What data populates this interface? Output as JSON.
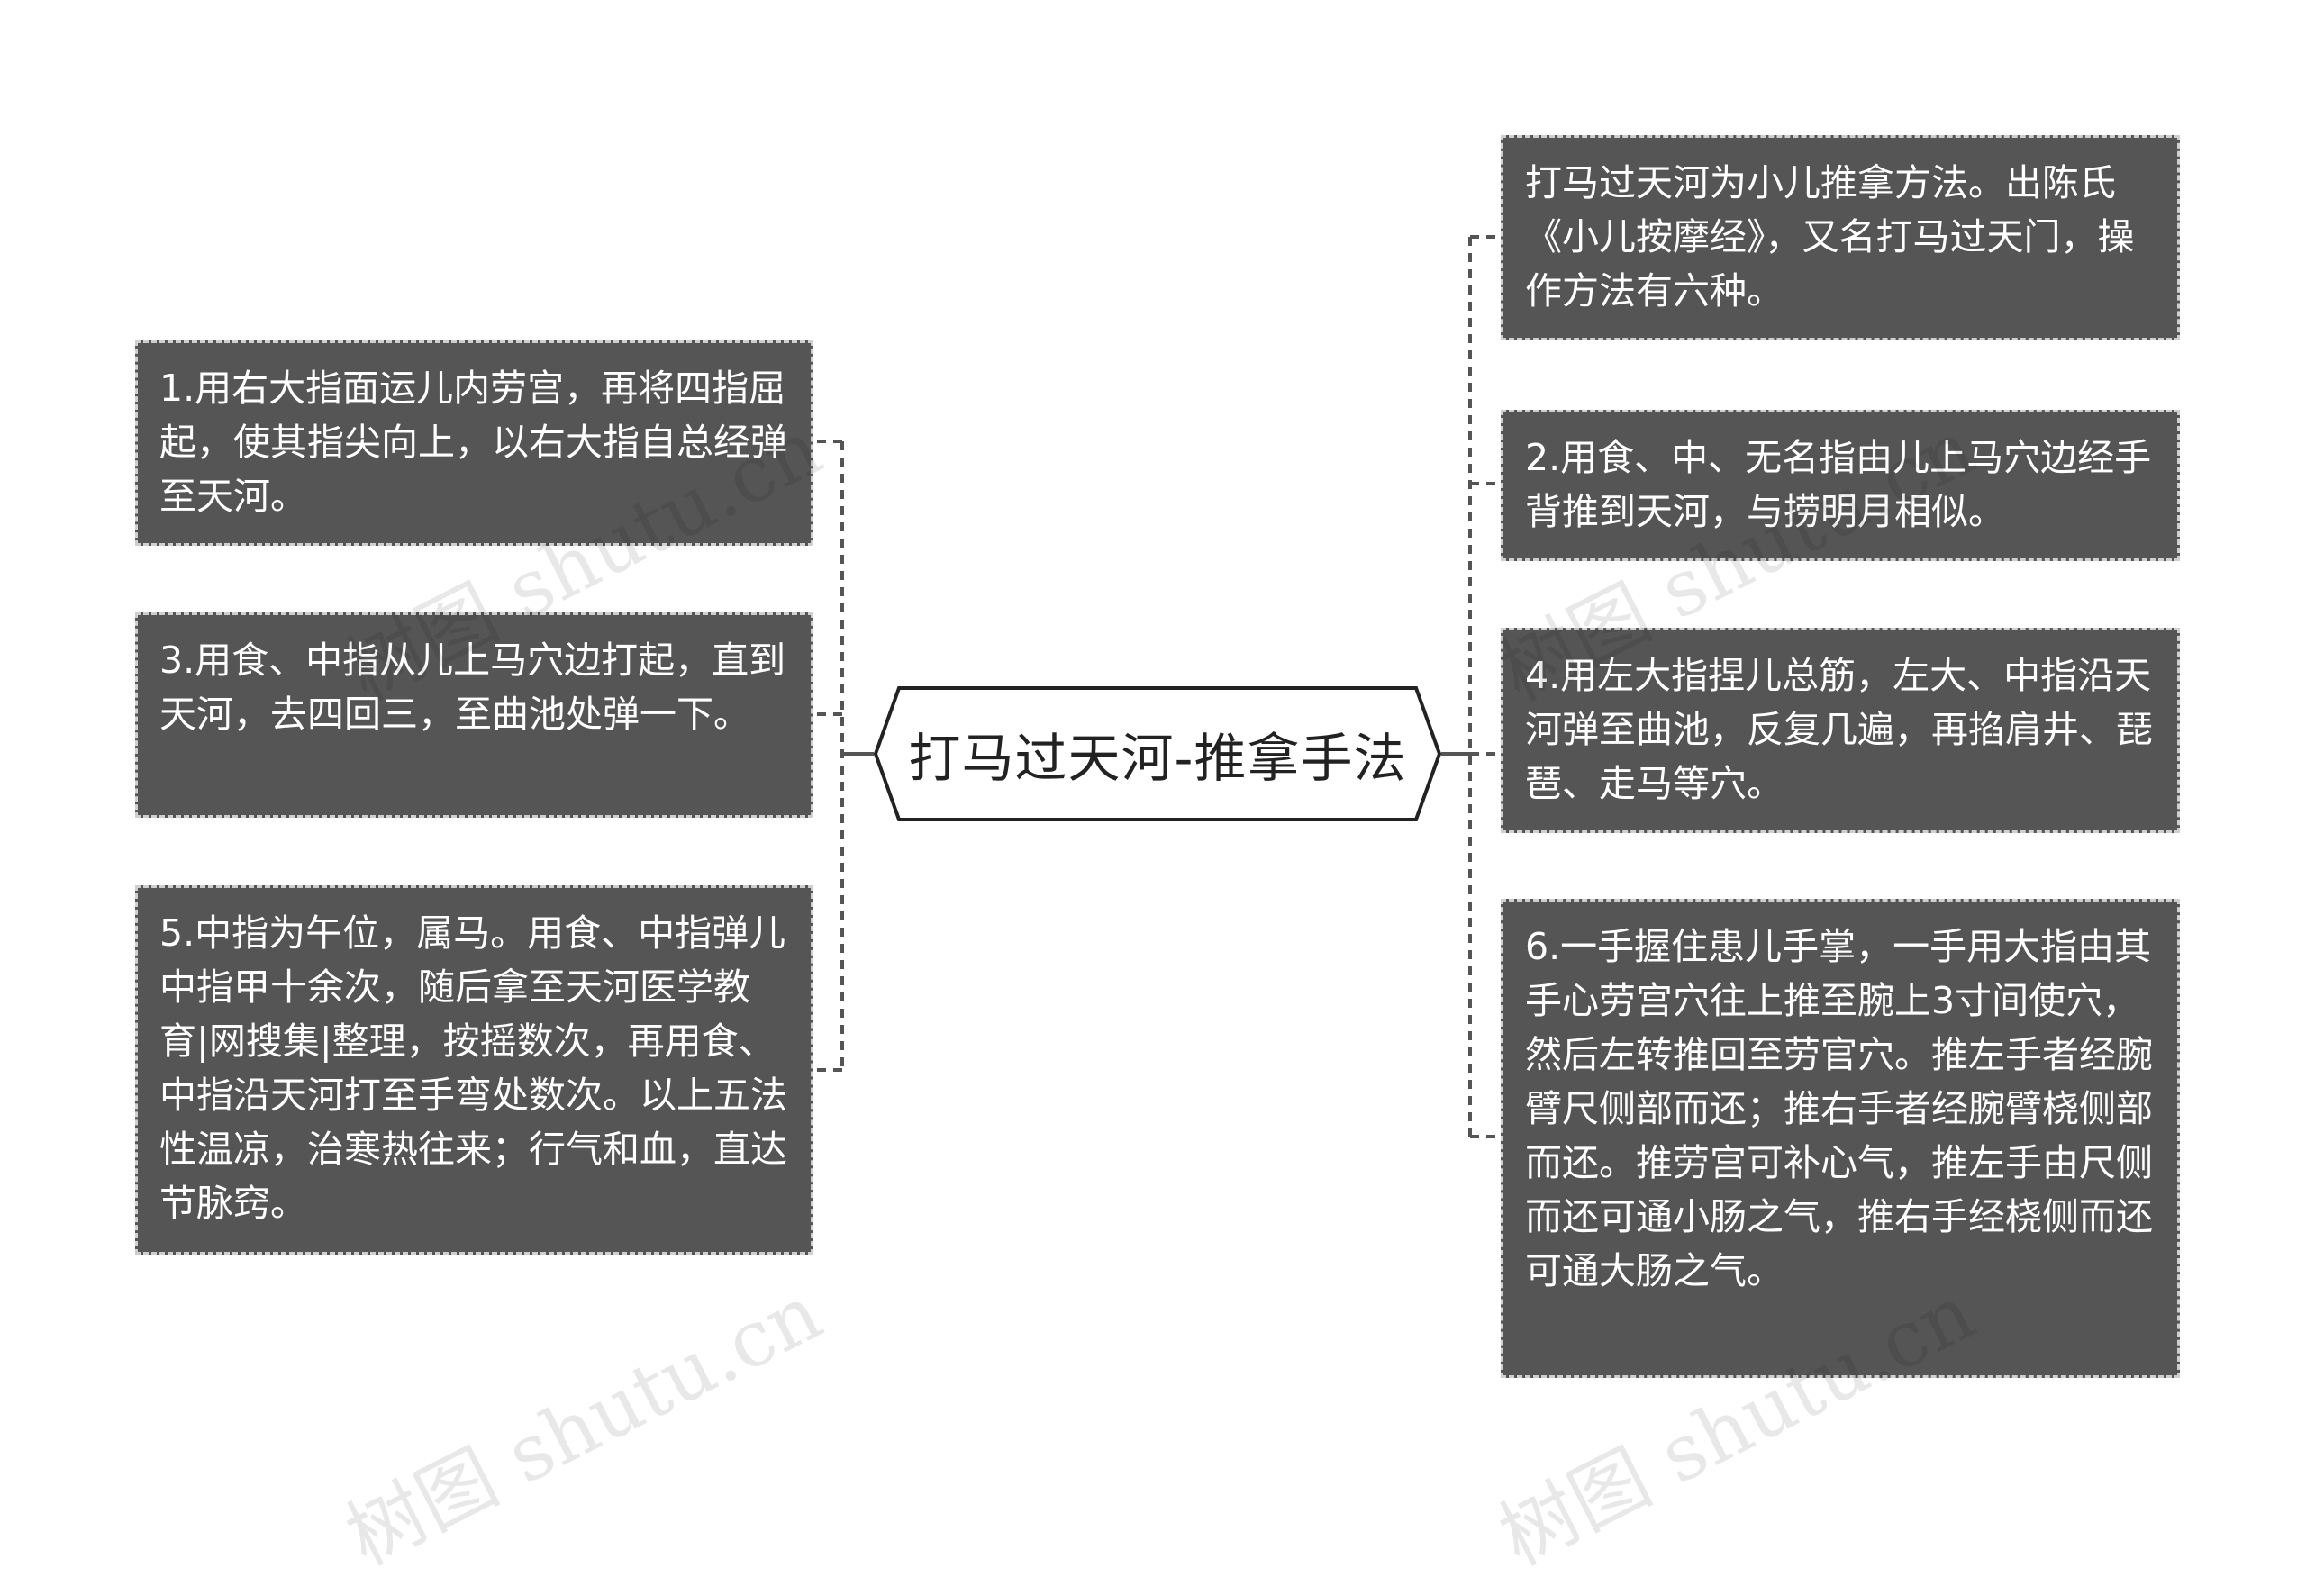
{
  "center": {
    "title": "打马过天河-推拿手法"
  },
  "left_nodes": [
    {
      "text": "1.用右大指面运儿内劳宫，再将四指屈起，使其指尖向上，以右大指自总经弹至天河。"
    },
    {
      "text": "3.用食、中指从儿上马穴边打起，直到天河，去四回三，至曲池处弹一下。"
    },
    {
      "text": "5.中指为午位，属马。用食、中指弹儿中指甲十余次，随后拿至天河医学教育|网搜集|整理，按摇数次，再用食、中指沿天河打至手弯处数次。以上五法性温凉，治寒热往来；行气和血，直达节脉窍。"
    }
  ],
  "right_nodes": [
    {
      "text": "打马过天河为小儿推拿方法。出陈氏《小儿按摩经》，又名打马过天门，操作方法有六种。"
    },
    {
      "text": "2.用食、中、无名指由儿上马穴边经手背推到天河，与捞明月相似。"
    },
    {
      "text": "4.用左大指捏儿总筋，左大、中指沿天河弹至曲池，反复几遍，再掐肩井、琵琶、走马等穴。"
    },
    {
      "text": "6.一手握住患儿手掌，一手用大指由其手心劳宫穴往上推至腕上3寸间使穴，然后左转推回至劳官穴。推左手者经腕臂尺侧部而还；推右手者经腕臂桡侧部而还。推劳宫可补心气，推左手由尺侧而还可通小肠之气，推右手经桡侧而还可通大肠之气。"
    }
  ],
  "watermark": {
    "text": "树图 shutu.cn"
  },
  "colors": {
    "node_fill": "#555555",
    "node_border": "#cfcfcf",
    "node_text": "#ffffff",
    "connector": "#555555",
    "center_border": "#222222"
  }
}
